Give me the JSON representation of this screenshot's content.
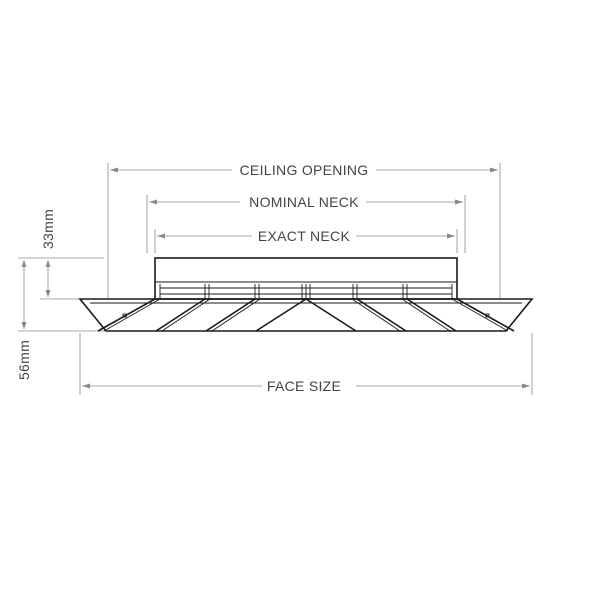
{
  "labels": {
    "ceiling_opening": "CEILING OPENING",
    "nominal_neck": "NOMINAL NECK",
    "exact_neck": "EXACT NECK",
    "face_size": "FACE SIZE",
    "dim_33": "33mm",
    "dim_56": "56mm"
  },
  "colors": {
    "dimension_line": "#8a8a8a",
    "object_line": "#1a1a1a",
    "text": "#444444"
  }
}
